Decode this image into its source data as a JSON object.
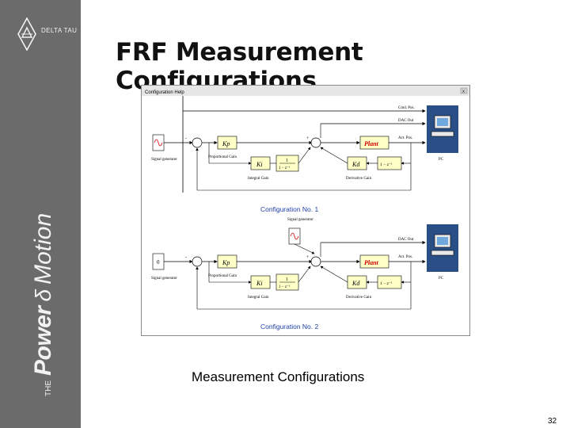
{
  "brand": {
    "name": "DELTA TAU"
  },
  "tagline": {
    "the": "THE",
    "power": "Power",
    "of": "δ",
    "motion": "Motion"
  },
  "title": "FRF Measurement Configurations",
  "window": {
    "title": "Configuration Help"
  },
  "diagram1": {
    "caption": "Configuration No. 1",
    "signal_generator": "Signal generator",
    "kp": "Kp",
    "proportional_gain": "Proportional Gain",
    "ki": "Ki",
    "integral_gain": "Integral Gain",
    "integrator_num": "1",
    "integrator_den": "1 − z⁻¹",
    "kd": "Kd",
    "derivative_gain": "Derivative Gain",
    "delay": "1 − z⁻¹",
    "plant": "Plant",
    "cmd_pos": "Cmd. Pos.",
    "dac_out": "DAC Out",
    "act_pos": "Act. Pos.",
    "pc": "PC",
    "minus": "-",
    "plus": "+"
  },
  "diagram2": {
    "caption": "Configuration No. 2",
    "signal_generator_top": "Signal generator",
    "zero": "0",
    "signal_generator": "Signal generator",
    "kp": "Kp",
    "proportional_gain": "Proportional Gain",
    "ki": "Ki",
    "integral_gain": "Integral Gain",
    "integrator_num": "1",
    "integrator_den": "1 − z⁻¹",
    "kd": "Kd",
    "derivative_gain": "Derivative Gain",
    "delay": "1 − z⁻¹",
    "plant": "Plant",
    "dac_out": "DAC Out",
    "act_pos": "Act. Pos.",
    "pc": "PC",
    "minus": "-",
    "plus": "+"
  },
  "caption": "Measurement Configurations",
  "page_number": "32",
  "colors": {
    "sidebar": "#6b6b6b",
    "plant": "#cc0000",
    "caption_blue": "#1f3fa8",
    "block_fill": "#ffffc8",
    "pc_panel": "#2a4f86"
  },
  "icons": {
    "logo": "delta-diamond-icon",
    "pc": "computer-icon",
    "signal": "sine-wave-icon"
  }
}
